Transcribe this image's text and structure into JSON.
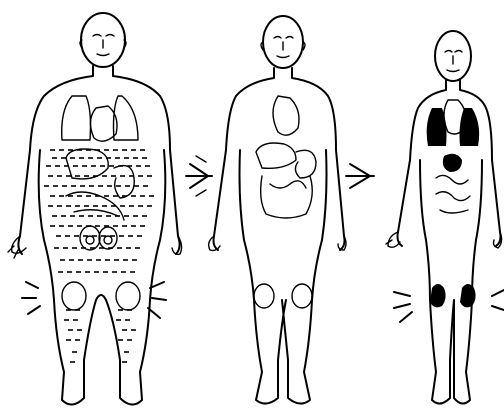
{
  "figures": [
    {
      "id": "figure-left",
      "state": "fluid-filled",
      "organs": [
        "lungs",
        "heart",
        "liver",
        "stomach",
        "intestines",
        "kidneys"
      ]
    },
    {
      "id": "figure-middle",
      "state": "normal",
      "organs": [
        "heart",
        "liver",
        "stomach",
        "colon"
      ]
    },
    {
      "id": "figure-right",
      "state": "thin-dark-organs",
      "organs": [
        "lungs",
        "heart",
        "stomach",
        "intestines"
      ]
    }
  ],
  "arrows": [
    "transition-arrow-1",
    "transition-arrow-2"
  ],
  "colors": {
    "ink": "#000000",
    "background": "#ffffff"
  }
}
